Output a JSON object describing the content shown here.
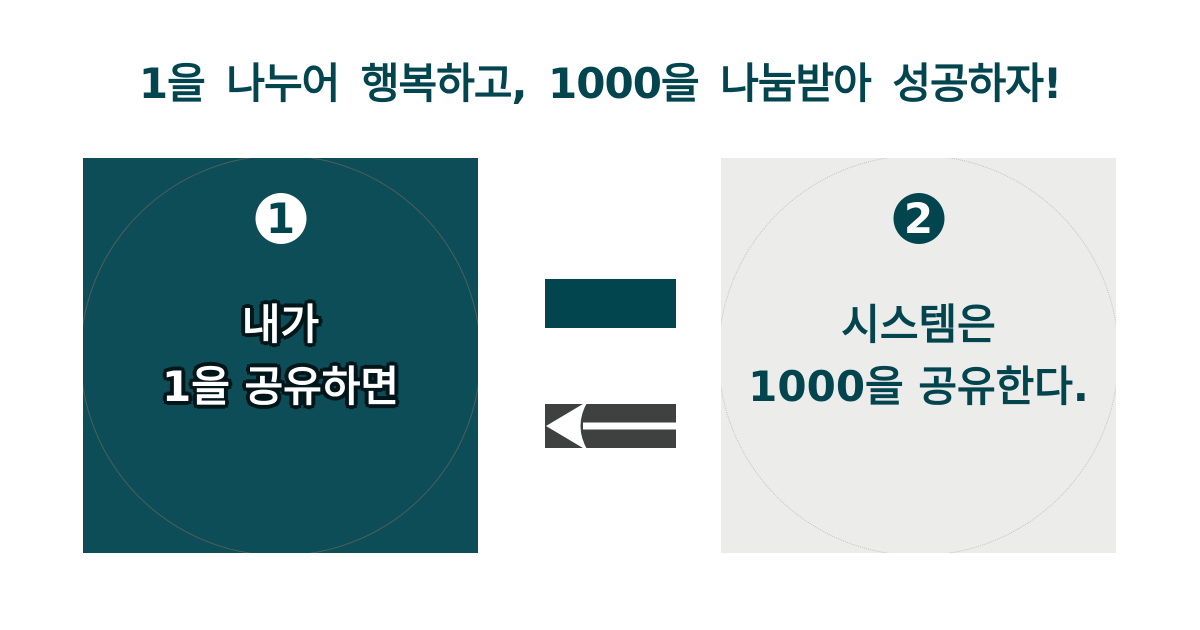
{
  "title": {
    "text": "1을 나누어 행복하고, 1000을 나눔받아 성공하자!"
  },
  "left_card": {
    "badge": "1",
    "line1": "내가",
    "line2": "1을 공유하면"
  },
  "right_card": {
    "badge": "2",
    "line1": "시스템은",
    "line2": "1000을 공유한다."
  },
  "connectors": {
    "forward_bar_icon": "teal-bar",
    "back_arrow_icon": "white-left-arrow-on-gray"
  },
  "colors": {
    "teal_dark": "#03454F",
    "teal_box": "#0D4D58",
    "gray_box": "#ECECEB",
    "arrow_gray": "#3F4040",
    "white": "#FFFFFF"
  }
}
